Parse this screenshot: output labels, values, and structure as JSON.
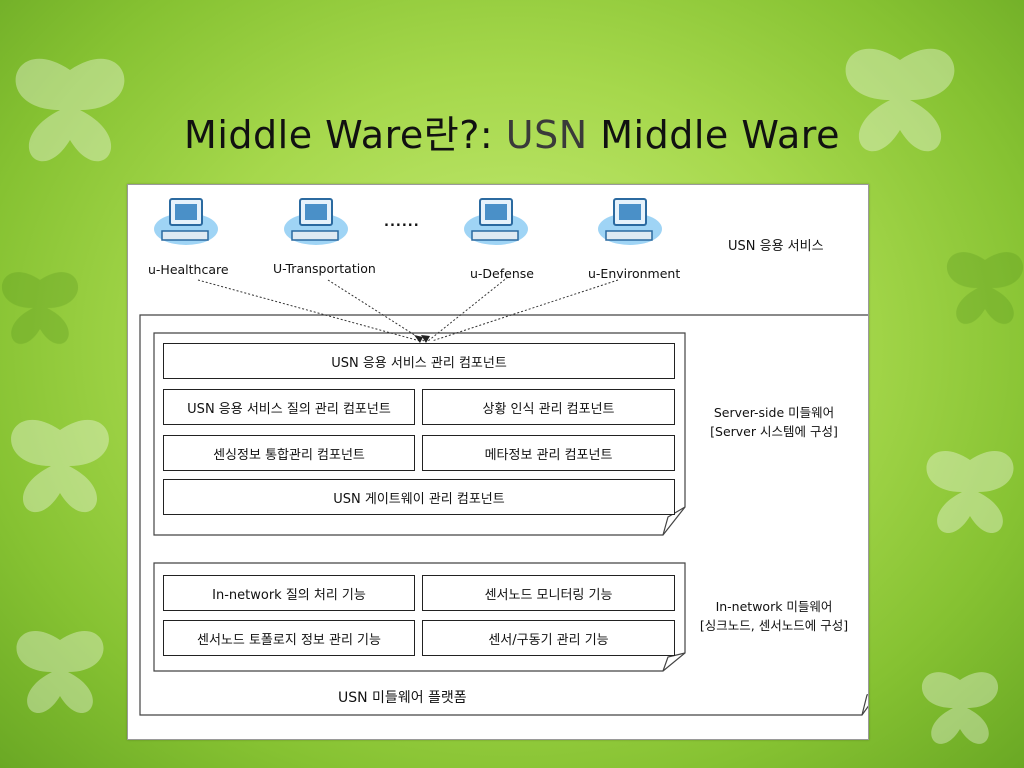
{
  "title": {
    "main": "Middle Ware란?:",
    "usn": "USN",
    "tail": "Middle Ware"
  },
  "diagram": {
    "clients": [
      {
        "label": "u-Healthcare",
        "icon": "computer-icon"
      },
      {
        "label": "U-Transportation",
        "icon": "computer-icon"
      },
      {
        "label": "u-Defense",
        "icon": "computer-icon"
      },
      {
        "label": "u-Environment",
        "icon": "computer-icon"
      }
    ],
    "ellipsis": "......",
    "app_service_label": "USN 응용 서비스",
    "server_side": {
      "components": {
        "app_mgmt": "USN 응용 서비스 관리 컴포넌트",
        "query_mgmt": "USN 응용 서비스 질의 관리 컴포넌트",
        "context_mgmt": "상황 인식 관리 컴포넌트",
        "sensing_integration": "센싱정보 통합관리 컴포넌트",
        "metadata_mgmt": "메타정보 관리 컴포넌트",
        "gateway_mgmt": "USN 게이트웨이 관리 컴포넌트"
      },
      "label_line1": "Server-side 미들웨어",
      "label_line2": "[Server 시스템에 구성]"
    },
    "in_network": {
      "components": {
        "query_processing": "In-network 질의 처리 기능",
        "node_monitoring": "센서노드 모니터링 기능",
        "topology_mgmt": "센서노드 토폴로지 정보 관리 기능",
        "actuator_mgmt": "센서/구동기 관리 기능"
      },
      "label_line1": "In-network 미들웨어",
      "label_line2": "[싱크노드, 센서노드에 구성]"
    },
    "platform_label": "USN 미들웨어 플랫폼"
  },
  "colors": {
    "background": "#a6d84c",
    "monitor": "#4a90c8",
    "monitor_glow": "#9fd4f5"
  }
}
